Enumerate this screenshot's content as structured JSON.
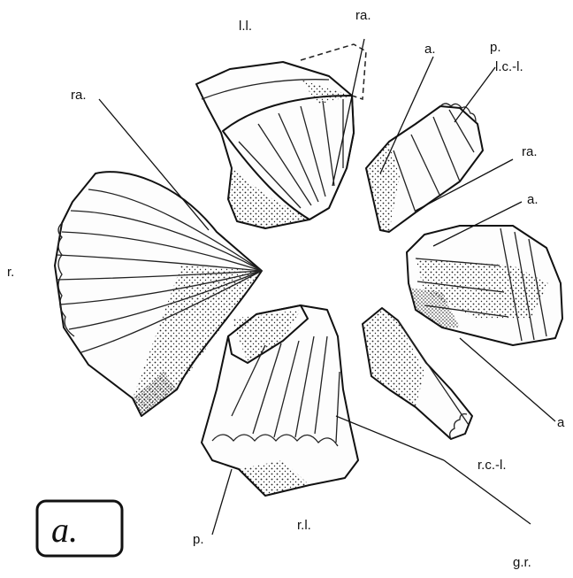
{
  "figure": {
    "panel_label": "a.",
    "labels": {
      "ll": "l.l.",
      "ra_top": "ra.",
      "a_top": "a.",
      "p_top": "p.",
      "lcl": "l.c.-l.",
      "ra_left": "ra.",
      "ra_right": "ra.",
      "a_right": "a.",
      "r": "r.",
      "a_lower_right": "a",
      "rcl": "r.c.-l.",
      "p_bottom": "p.",
      "rl": "r.l.",
      "gr": "g.r."
    }
  }
}
